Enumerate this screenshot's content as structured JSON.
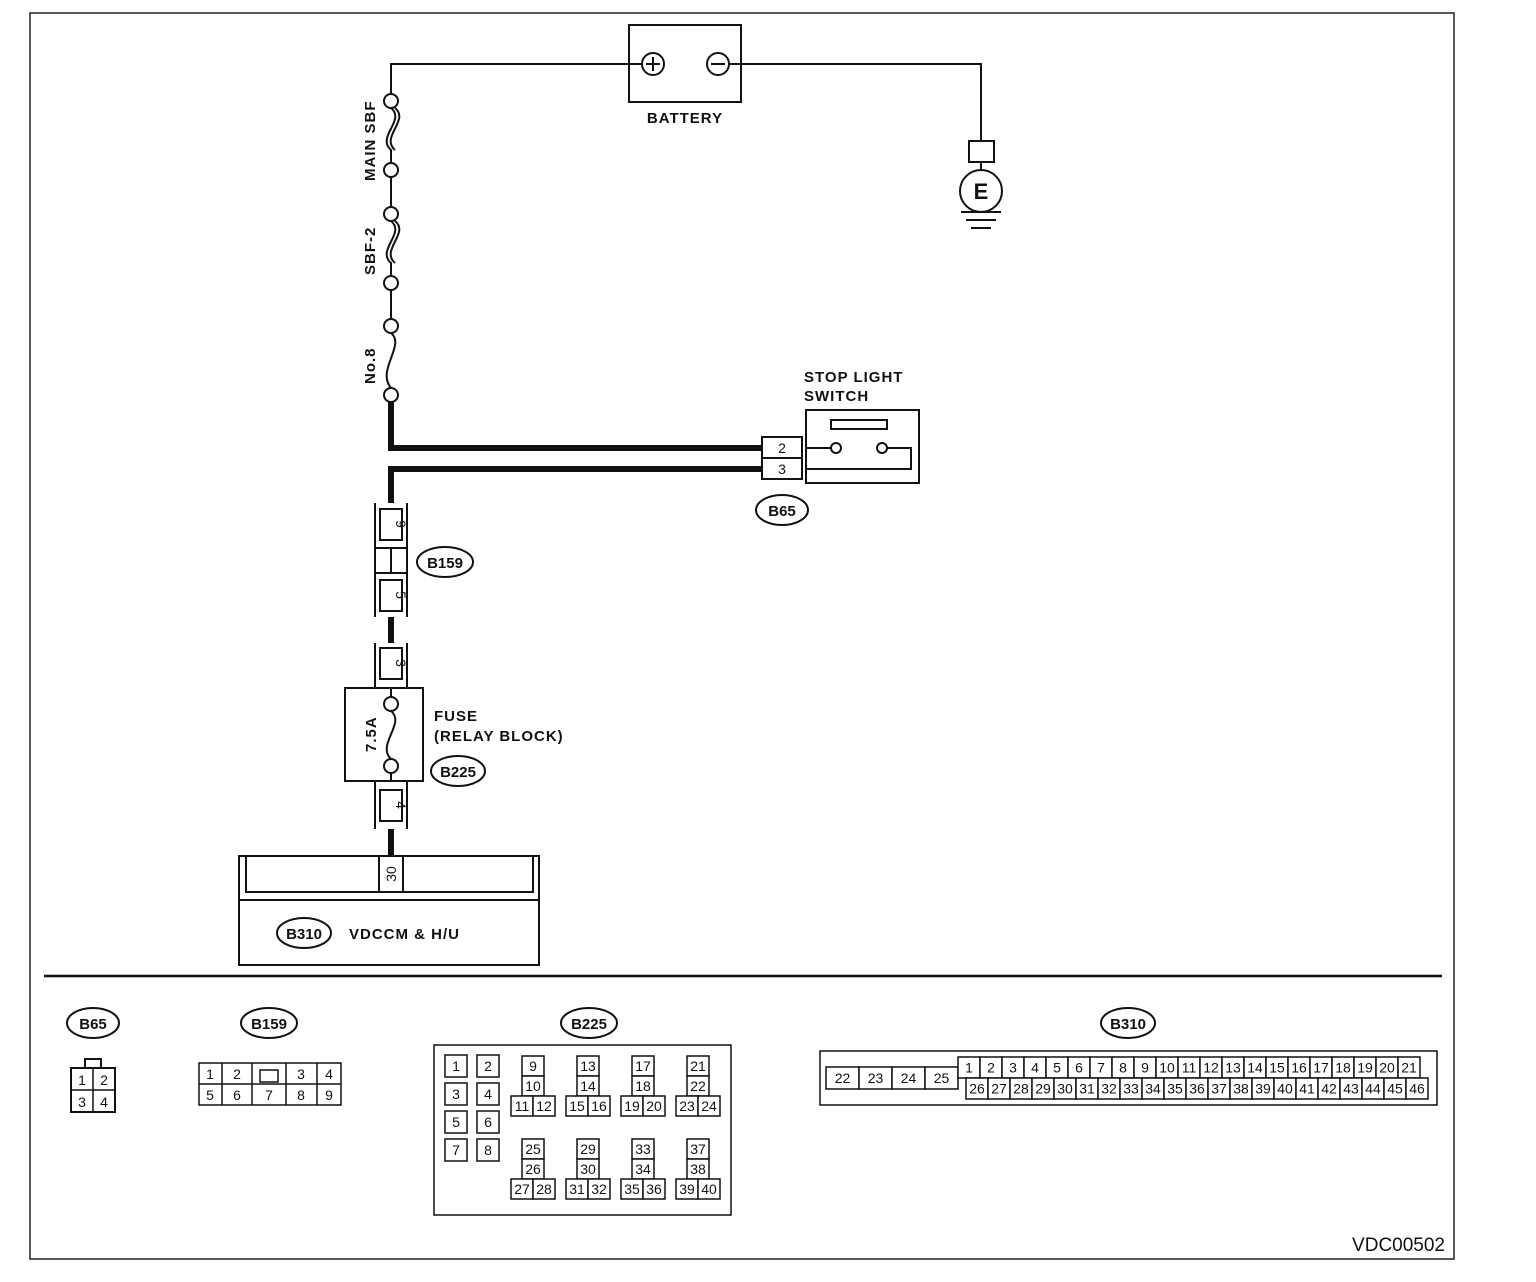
{
  "labels": {
    "battery": "BATTERY",
    "ground": "E",
    "main_sbf": "MAIN SBF",
    "sbf2": "SBF-2",
    "no8": "No.8",
    "stop_light_line1": "STOP LIGHT",
    "stop_light_line2": "SWITCH",
    "fuse_line1": "FUSE",
    "fuse_line2": "(RELAY BLOCK)",
    "fuse_rating": "7.5A",
    "vdccm": "VDCCM & H/U",
    "figure_code": "VDC00502"
  },
  "connector_tags": {
    "b65": "B65",
    "b159": "B159",
    "b225": "B225",
    "b310": "B310"
  },
  "wire_pins": {
    "b65_top": "2",
    "b65_bottom": "3",
    "b159_upper": "9",
    "b159_lower": "5",
    "b225_upper": "3",
    "b225_lower": "4",
    "b310": "30"
  },
  "connectors": {
    "b65": {
      "name": "B65",
      "pins": [
        [
          "1",
          "2"
        ],
        [
          "3",
          "4"
        ]
      ]
    },
    "b159": {
      "name": "B159",
      "top": [
        "1",
        "2",
        "",
        "3",
        "4"
      ],
      "bottom": [
        "5",
        "6",
        "7",
        "8",
        "9"
      ]
    },
    "b225": {
      "name": "B225",
      "left": [
        [
          "1",
          "2"
        ],
        [
          "3",
          "4"
        ],
        [
          "5",
          "6"
        ],
        [
          "7",
          "8"
        ]
      ],
      "upper_groups": [
        [
          "9",
          "10",
          "11",
          "12"
        ],
        [
          "13",
          "14",
          "15",
          "16"
        ],
        [
          "17",
          "18",
          "19",
          "20"
        ],
        [
          "21",
          "22",
          "23",
          "24"
        ]
      ],
      "lower_groups": [
        [
          "25",
          "26",
          "27",
          "28"
        ],
        [
          "29",
          "30",
          "31",
          "32"
        ],
        [
          "33",
          "34",
          "35",
          "36"
        ],
        [
          "37",
          "38",
          "39",
          "40"
        ]
      ]
    },
    "b310": {
      "name": "B310",
      "left": [
        "22",
        "23",
        "24",
        "25"
      ],
      "top": [
        "1",
        "2",
        "3",
        "4",
        "5",
        "6",
        "7",
        "8",
        "9",
        "10",
        "11",
        "12",
        "13",
        "14",
        "15",
        "16",
        "17",
        "18",
        "19",
        "20",
        "21"
      ],
      "bottom": [
        "26",
        "27",
        "28",
        "29",
        "30",
        "31",
        "32",
        "33",
        "34",
        "35",
        "36",
        "37",
        "38",
        "39",
        "40",
        "41",
        "42",
        "43",
        "44",
        "45",
        "46"
      ]
    }
  }
}
